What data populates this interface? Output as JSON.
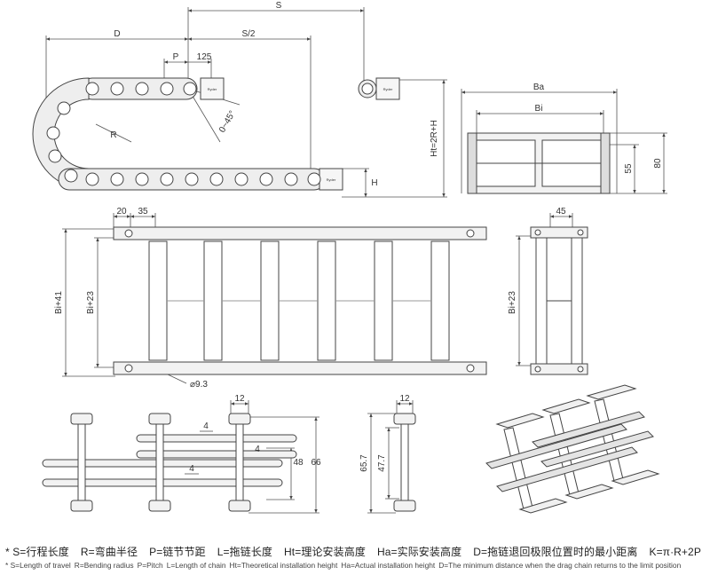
{
  "side_view": {
    "dim_S": "S",
    "dim_D": "D",
    "dim_S_half": "S/2",
    "dim_P": "P",
    "dim_pitch": "125",
    "dim_R": "R",
    "dim_angle": "0~45°",
    "dim_Ht": "Ht=2R+H",
    "dim_H": "H",
    "bracket_label": "Ryder"
  },
  "cross_section": {
    "dim_Ba": "Ba",
    "dim_Bi": "Bi",
    "dim_55": "55",
    "dim_80": "80"
  },
  "top_view": {
    "dim_20": "20",
    "dim_35": "35",
    "dim_Bi41": "Bi+41",
    "dim_Bi23": "Bi+23",
    "dim_hole": "⌀9.3"
  },
  "end_view": {
    "dim_45": "45",
    "dim_Bi23": "Bi+23"
  },
  "rail_view": {
    "dim_12": "12",
    "dim_4a": "4",
    "dim_4b": "4",
    "dim_4c": "4",
    "dim_48": "48",
    "dim_66": "66"
  },
  "link_view": {
    "dim_12": "12",
    "dim_65_7": "65.7",
    "dim_47_7": "47.7"
  },
  "legend_cn": [
    "* S=行程长度",
    "R=弯曲半径",
    "P=链节节距",
    "L=拖链长度",
    "Ht=理论安装高度",
    "Ha=实际安装高度",
    "D=拖链退回极限位置时的最小距离",
    "K=π·R+2P"
  ],
  "legend_en": [
    "* S=Length of travel",
    "R=Bending radius",
    "P=Pitch",
    "L=Length of chain",
    "Ht=Theoretical installation height",
    "Ha=Actual installation height",
    "D=The minimum distance when the drag chain returns to the limit position"
  ]
}
